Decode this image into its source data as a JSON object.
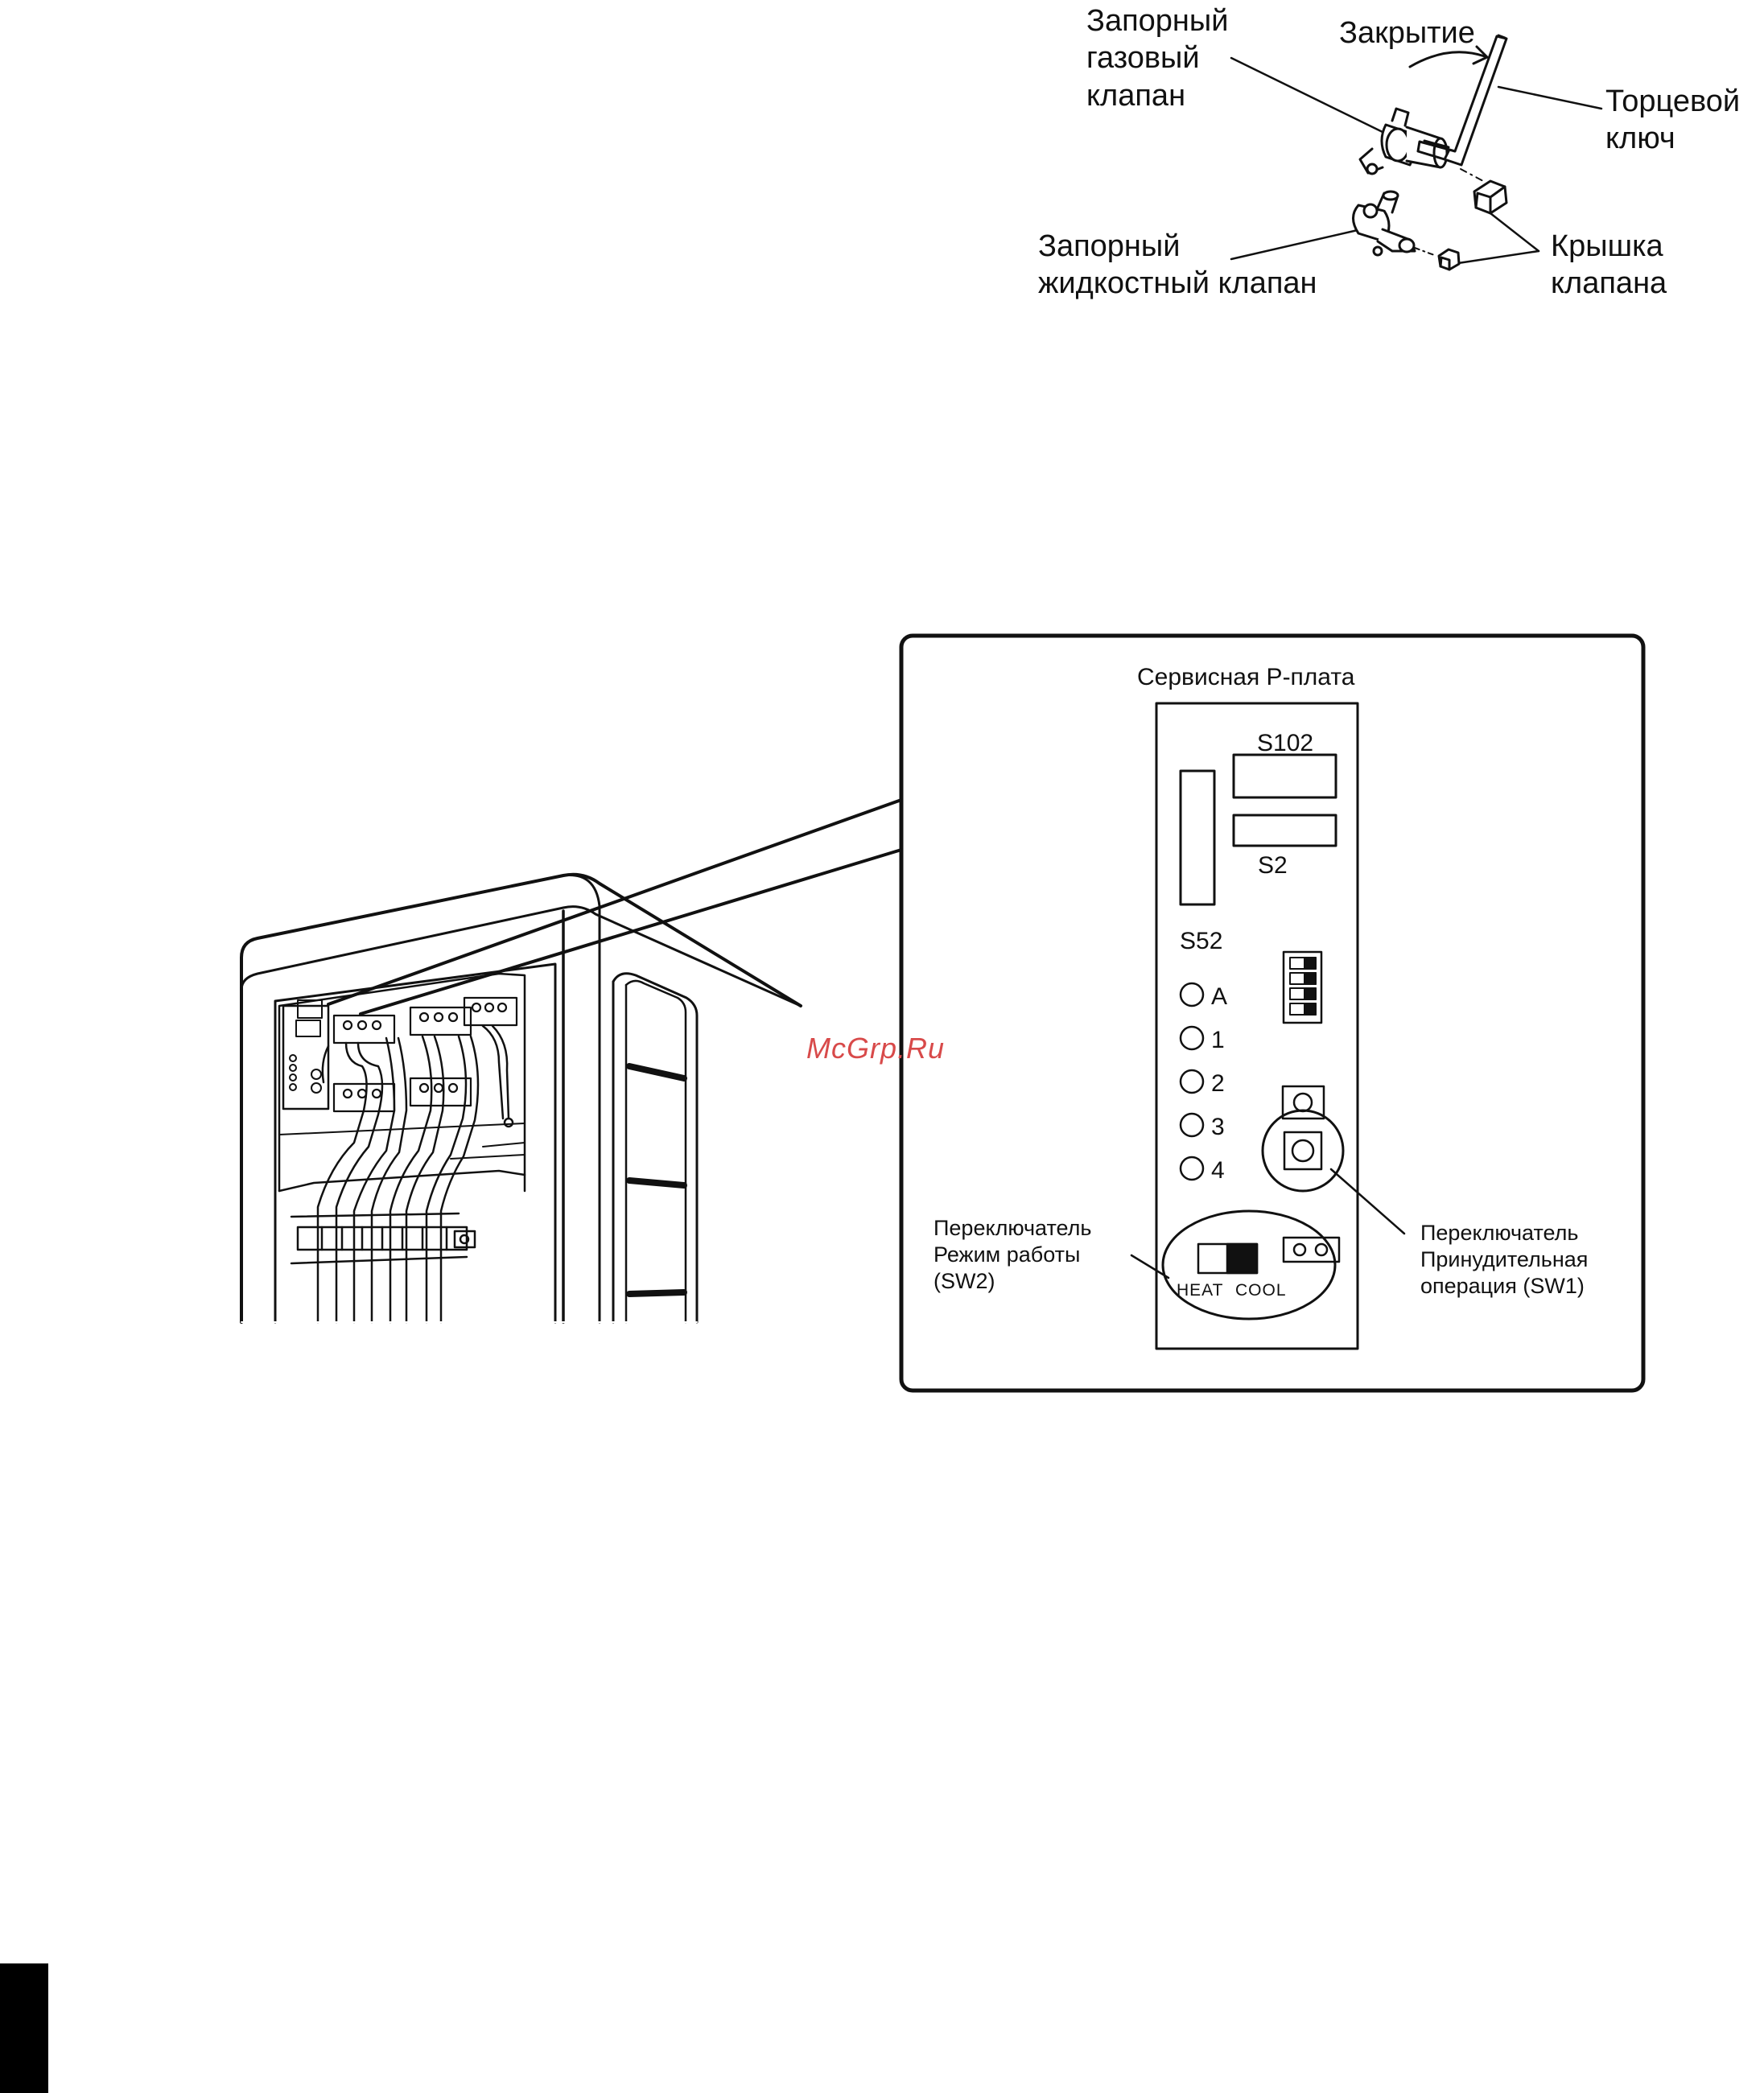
{
  "valves": {
    "gas_valve": [
      "Запорный",
      "газовый",
      "клапан"
    ],
    "closing": "Закрытие",
    "hex_key": [
      "Торцевой",
      "ключ"
    ],
    "liquid_valve": [
      "Запорный",
      "жидкостный клапан"
    ],
    "valve_cap": [
      "Крышка",
      "клапана"
    ]
  },
  "pcb": {
    "title": "Сервисная Р-плата",
    "s102": "S102",
    "s2": "S2",
    "s52": "S52",
    "leds": [
      "A",
      "1",
      "2",
      "3",
      "4"
    ],
    "heat": "HEAT",
    "cool": "COOL",
    "sw2": [
      "Переключатель",
      "Режим работы",
      "(SW2)"
    ],
    "sw1": [
      "Переключатель",
      "Принудительная",
      "операция (SW1)"
    ]
  },
  "watermark": "McGrp.Ru"
}
